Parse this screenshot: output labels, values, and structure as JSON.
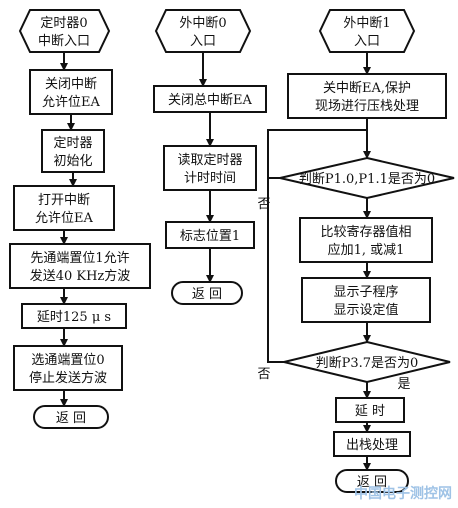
{
  "col1": {
    "start_line1": "定时器0",
    "start_line2": "中断入口",
    "step1_line1": "关闭中断",
    "step1_line2": "允许位EA",
    "step2_line1": "定时器",
    "step2_line2": "初始化",
    "step3_line1": "打开中断",
    "step3_line2": "允许位EA",
    "step4_line1": "先通端置位1允许",
    "step4_line2": "发送40 KHz方波",
    "step5": "延时125 μ s",
    "step6_line1": "选通端置位0",
    "step6_line2": "停止发送方波",
    "end": "返  回"
  },
  "col2": {
    "start_line1": "外中断0",
    "start_line2": "入口",
    "step1": "关闭总中断EA",
    "step2_line1": "读取定时器",
    "step2_line2": "计时时间",
    "step3": "标志位置1",
    "end": "返  回"
  },
  "col3": {
    "start_line1": "外中断1",
    "start_line2": "入口",
    "step1_line1": "关中断EA,保护",
    "step1_line2": "现场进行压栈处理",
    "decision1": "判断P1.0,P1.1是否为0",
    "decision1_no": "否",
    "step2_line1": "比较寄存器值相",
    "step2_line2": "应加1, 或减1",
    "step3_line1": "显示子程序",
    "step3_line2": "显示设定值",
    "decision2": "判断P3.7是否为0",
    "decision2_no": "否",
    "decision2_yes": "是",
    "step4": "延  时",
    "step5": "出栈处理",
    "end": "返  回"
  },
  "watermark": "中国电子测控网"
}
